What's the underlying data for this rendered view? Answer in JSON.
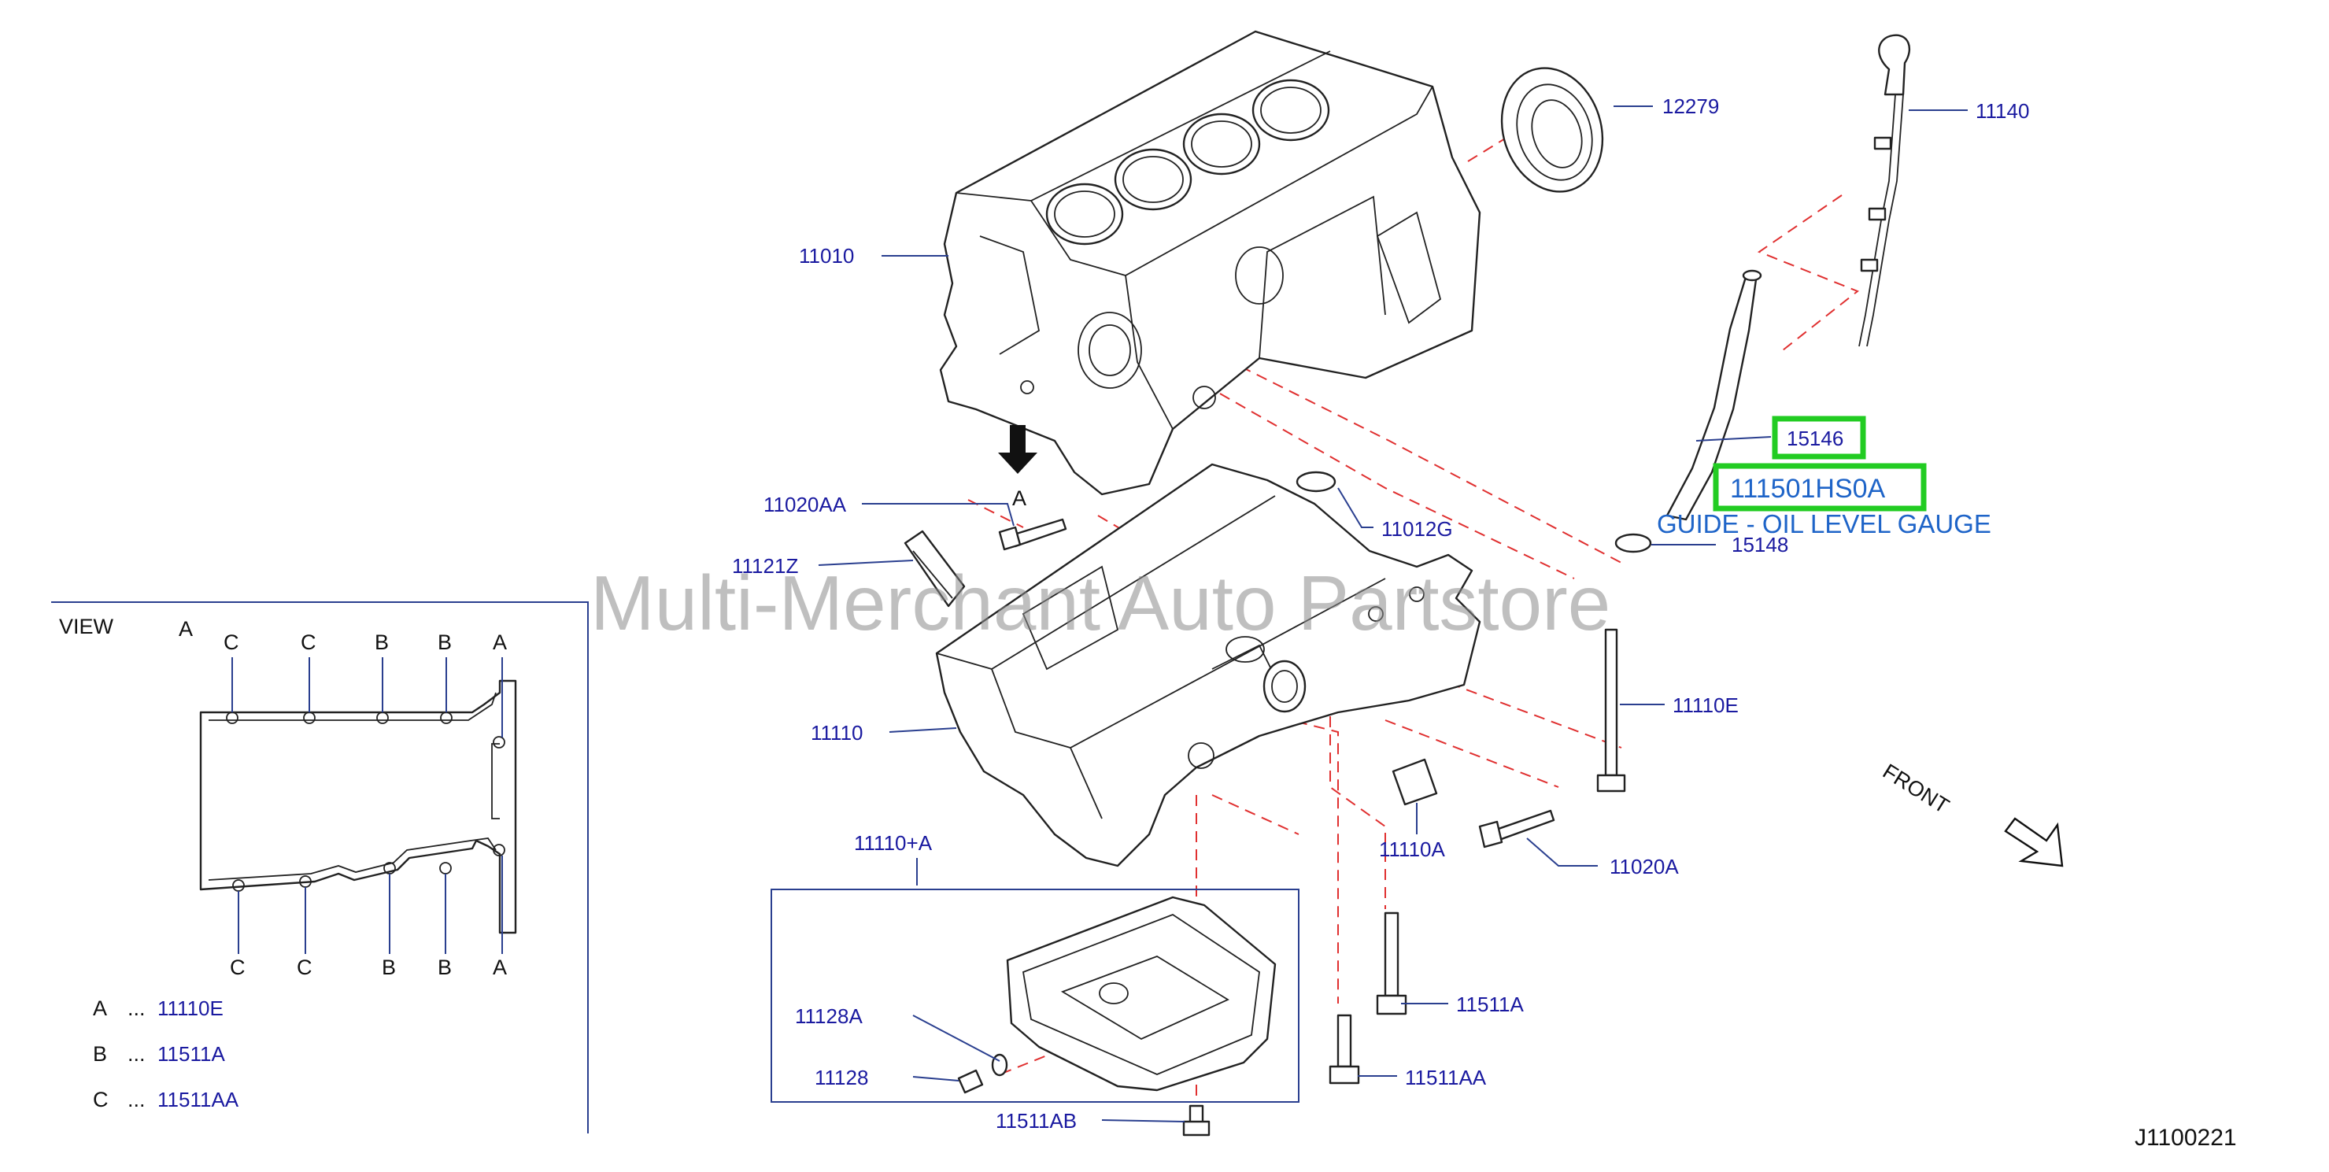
{
  "diagram": {
    "watermark": "Multi-Merchant Auto Partstore",
    "diagram_code": "J1100221",
    "front_label": "FRONT",
    "view_arrow_letter": "A",
    "highlight_color": "#22cc22",
    "leader_color": "#2a3f8f",
    "hidden_line_color": "#e03030",
    "part_number_color": "#1a1aa0",
    "highlighted": {
      "p15146": "15146",
      "main_part": "111501HS0A",
      "description": "GUIDE - OIL LEVEL GAUGE"
    },
    "parts": {
      "p12279": "12279",
      "p11140": "11140",
      "p11010": "11010",
      "p15148": "15148",
      "p11020AA": "11020AA",
      "p11012G": "11012G",
      "p11121Z": "11121Z",
      "p11110": "11110",
      "p11110E": "11110E",
      "p11110plusA": "11110+A",
      "p11110A": "11110A",
      "p11020A": "11020A",
      "p11128A": "11128A",
      "p11128": "11128",
      "p11511A": "11511A",
      "p11511AA": "11511AA",
      "p11511AB": "11511AB"
    },
    "view_a": {
      "title": "VIEW",
      "title_letter": "A",
      "top_letters": [
        "C",
        "C",
        "B",
        "B",
        "A"
      ],
      "bottom_letters": [
        "C",
        "C",
        "B",
        "B",
        "A"
      ],
      "legend": [
        {
          "letter": "A",
          "dots": "...",
          "part": "11110E"
        },
        {
          "letter": "B",
          "dots": "...",
          "part": "11511A"
        },
        {
          "letter": "C",
          "dots": "...",
          "part": "11511AA"
        }
      ]
    }
  }
}
